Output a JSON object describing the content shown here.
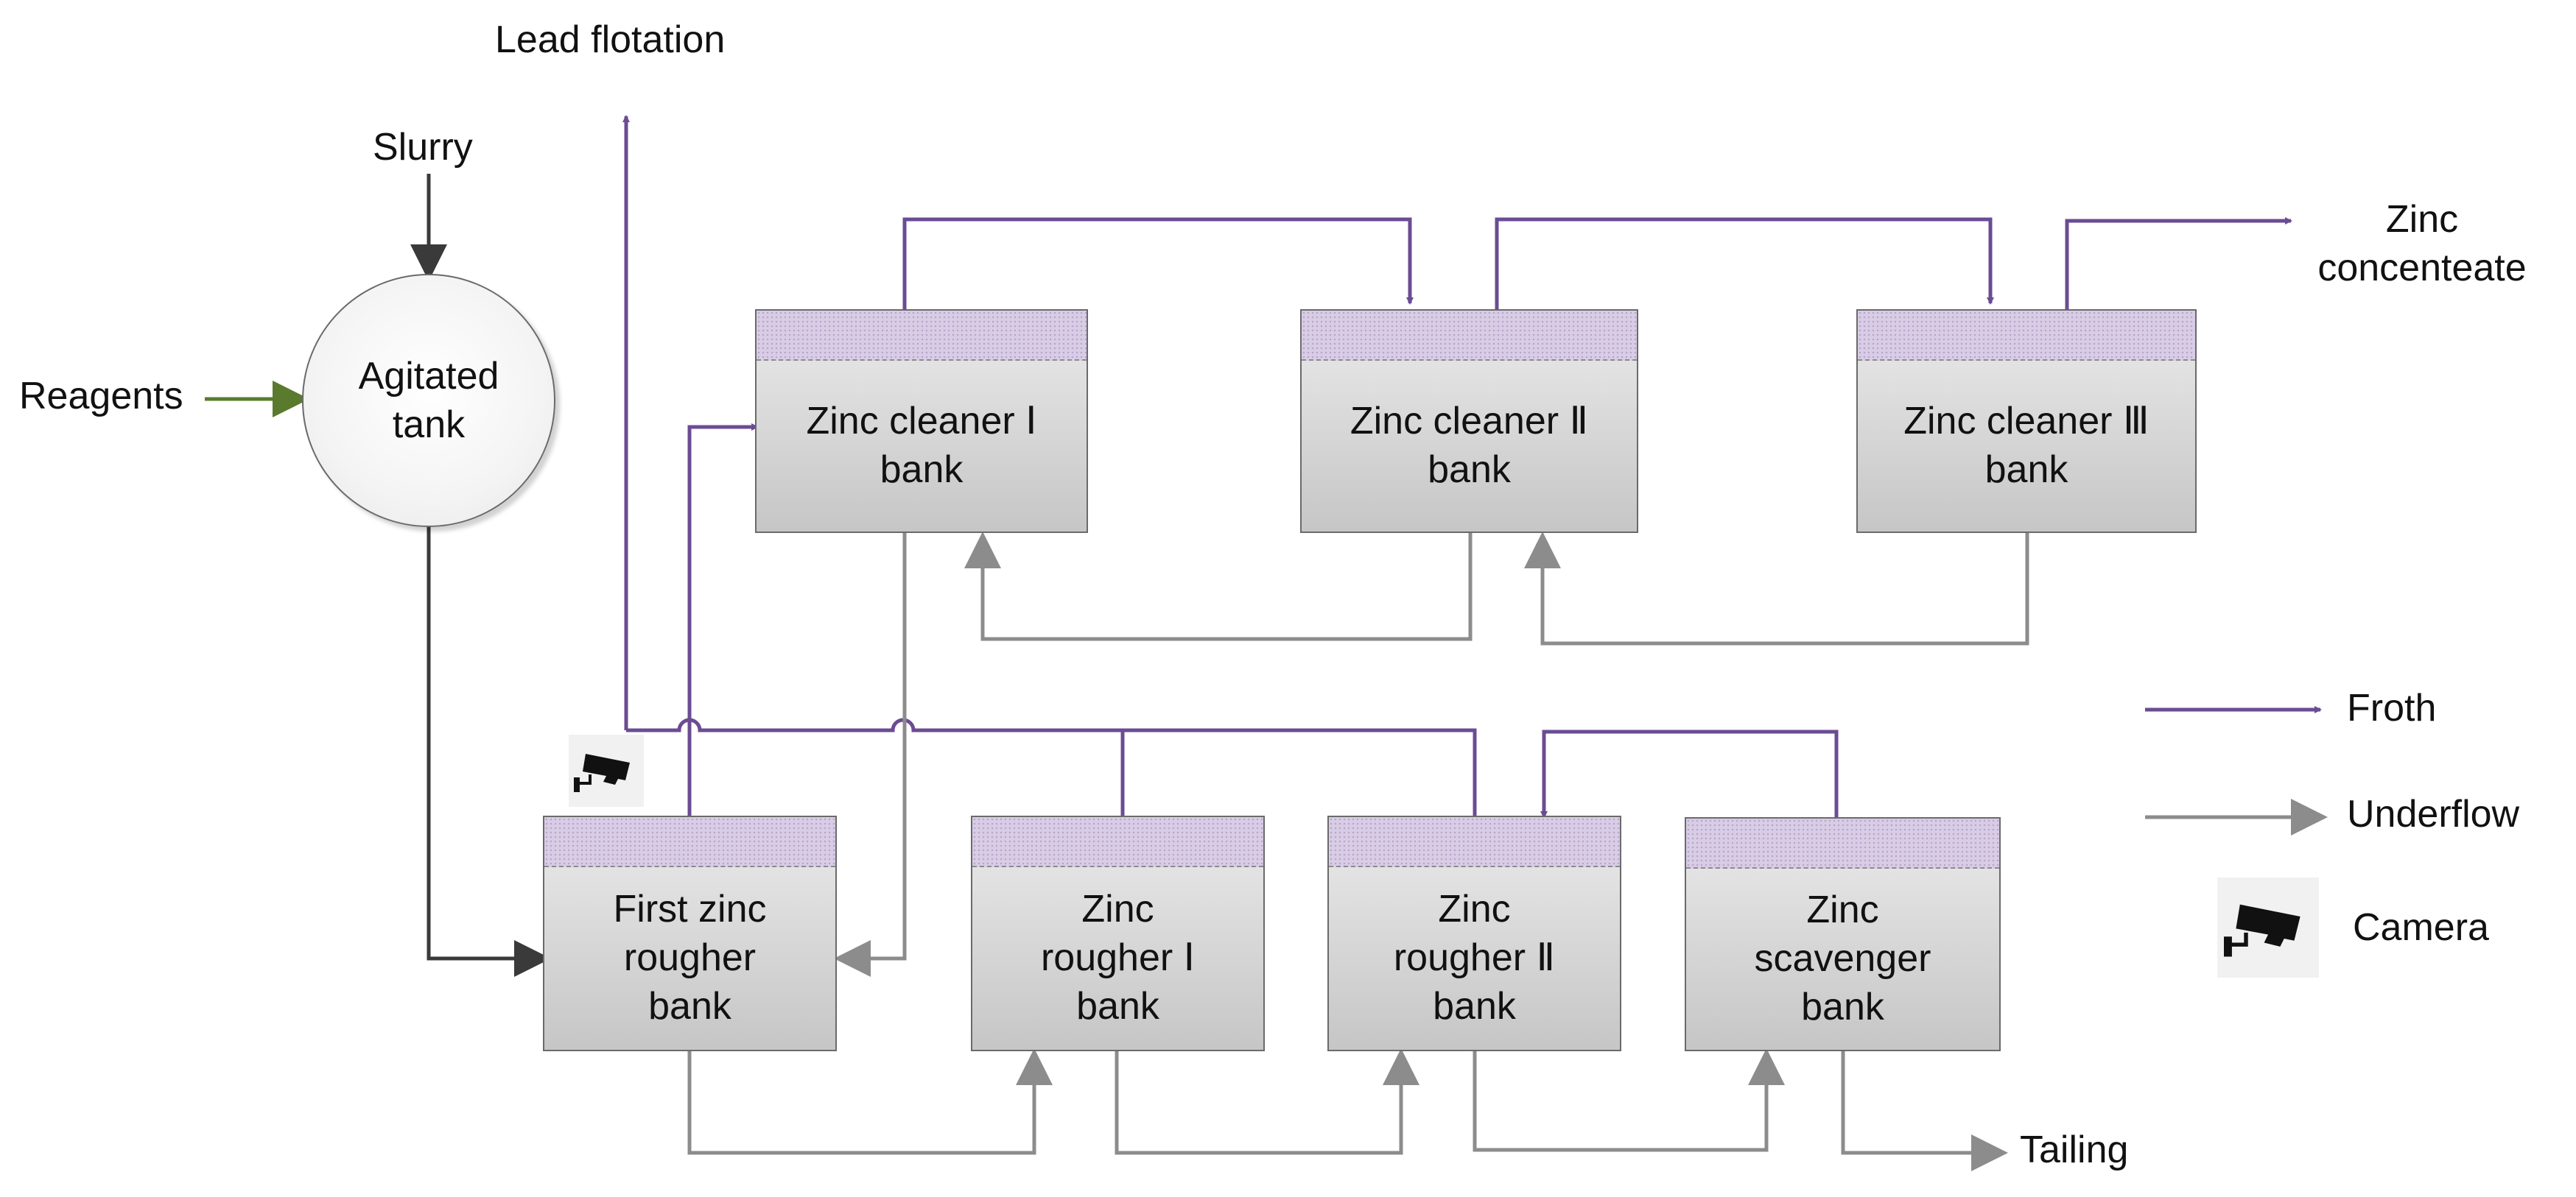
{
  "labels": {
    "lead_flotation": "Lead flotation",
    "slurry": "Slurry",
    "reagents": "Reagents",
    "zinc_concentrate_line1": "Zinc",
    "zinc_concentrate_line2": "concenteate",
    "tailing": "Tailing"
  },
  "agitated_tank": {
    "line1": "Agitated",
    "line2": "tank"
  },
  "banks": {
    "cleaner1": {
      "line1": "Zinc cleaner Ⅰ",
      "line2": "bank"
    },
    "cleaner2": {
      "line1": "Zinc cleaner Ⅱ",
      "line2": "bank"
    },
    "cleaner3": {
      "line1": "Zinc cleaner Ⅲ",
      "line2": "bank"
    },
    "first_rougher": {
      "line1": "First zinc",
      "line2": "rougher",
      "line3": "bank"
    },
    "rougher1": {
      "line1": "Zinc",
      "line2": "rougher Ⅰ",
      "line3": "bank"
    },
    "rougher2": {
      "line1": "Zinc",
      "line2": "rougher Ⅱ",
      "line3": "bank"
    },
    "scavenger": {
      "line1": "Zinc",
      "line2": "scavenger",
      "line3": "bank"
    }
  },
  "legend": {
    "froth": "Froth",
    "underflow": "Underflow",
    "camera": "Camera"
  },
  "icons": {
    "camera": "camera-icon",
    "arrow": "arrow-head"
  },
  "colors": {
    "froth_line": "#6b4c93",
    "underflow_line": "#8c8c8c",
    "feed_line": "#3a3a3a",
    "reagent_line": "#5a7a2e",
    "froth_layer": "#d9cde6"
  }
}
